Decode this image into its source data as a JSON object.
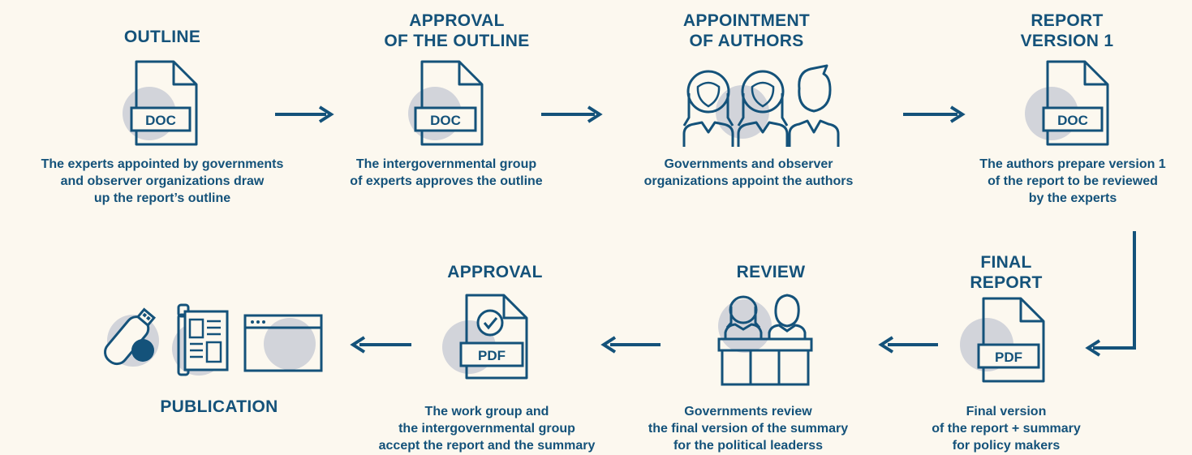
{
  "steps": {
    "outline": {
      "title": [
        "OUTLINE"
      ],
      "icon": "doc-file-icon",
      "badge": "DOC",
      "description": [
        "The experts appointed by governments",
        "and observer organizations draw",
        "up the report’s outline"
      ]
    },
    "approval_outline": {
      "title": [
        "APPROVAL",
        "OF THE OUTLINE"
      ],
      "icon": "doc-file-icon",
      "badge": "DOC",
      "description": [
        "The intergovernmental group",
        "of experts approves the outline"
      ]
    },
    "appointment": {
      "title": [
        "APPOINTMENT",
        "OF AUTHORS"
      ],
      "icon": "people-icon",
      "description": [
        "Governments and observer",
        "organizations appoint the authors"
      ]
    },
    "report_v1": {
      "title": [
        "REPORT",
        "VERSION 1"
      ],
      "icon": "doc-file-icon",
      "badge": "DOC",
      "description": [
        "The authors prepare version 1",
        "of the report to be reviewed",
        "by the experts"
      ]
    },
    "final_report": {
      "title": [
        "FINAL",
        "REPORT"
      ],
      "icon": "pdf-file-icon",
      "badge": "PDF",
      "description": [
        "Final version",
        "of the report + summary",
        "for policy makers"
      ]
    },
    "review": {
      "title": [
        "REVIEW"
      ],
      "icon": "review-panel-icon",
      "description": [
        "Governments review",
        "the final version of the summary",
        "for the political leaderss"
      ]
    },
    "approval": {
      "title": [
        "APPROVAL"
      ],
      "icon": "approved-pdf-icon",
      "badge": "PDF",
      "description": [
        "The work group and",
        "the intergovernmental group",
        "accept the report and the summary"
      ]
    },
    "publication": {
      "title": [
        "PUBLICATION"
      ],
      "icons": [
        "usb-drive-icon",
        "newspaper-icon",
        "browser-window-icon"
      ]
    }
  },
  "colors": {
    "primary": "#14527a",
    "circle": "#d2d4da",
    "background": "#fcf8ef"
  }
}
